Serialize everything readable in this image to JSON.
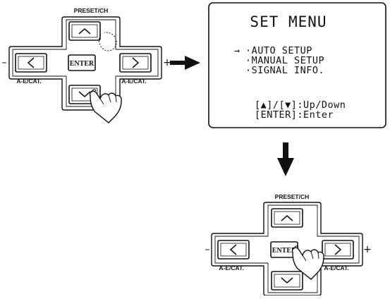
{
  "remote_top": {
    "preset_label": "PRESET/CH",
    "left_label": "A-E/CAT.",
    "right_label": "A-E/CAT.",
    "enter_label": "ENTER",
    "minus": "–",
    "plus": "+",
    "pressed_key": "down"
  },
  "screen": {
    "title": "SET MENU",
    "cursor": "→",
    "items": [
      "·AUTO SETUP",
      "·MANUAL SETUP",
      "·SIGNAL INFO."
    ],
    "help_line_1": "[▲]/[▼]:Up/Down",
    "help_line_2": "[ENTER]:Enter"
  },
  "remote_bottom": {
    "preset_label": "PRESET/CH",
    "left_label": "A-E/CAT.",
    "right_label": "A-E/CAT.",
    "enter_label": "ENTER",
    "minus": "–",
    "plus": "+",
    "pressed_key": "enter"
  }
}
